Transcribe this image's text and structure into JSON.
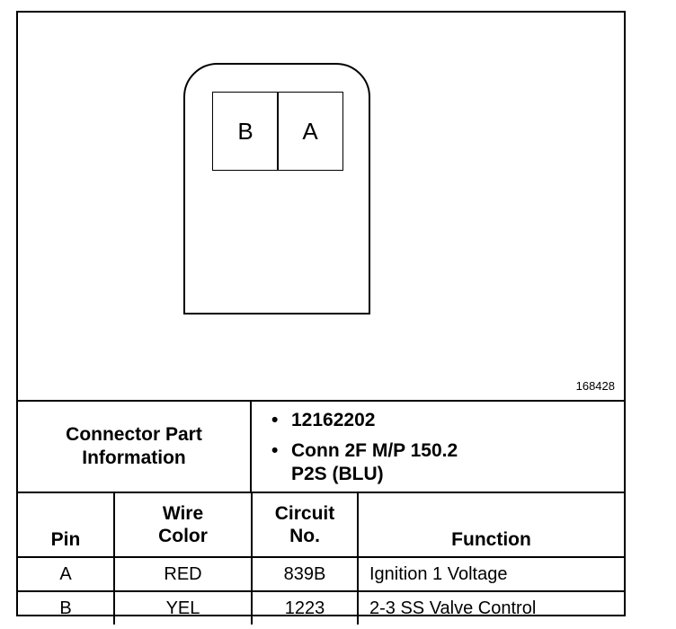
{
  "figure_number": "168428",
  "connector": {
    "pins": [
      {
        "label": "B"
      },
      {
        "label": "A"
      }
    ]
  },
  "part_info": {
    "label_line1": "Connector Part",
    "label_line2": "Information",
    "items": [
      {
        "bullet": "•",
        "line1": "12162202",
        "line2": ""
      },
      {
        "bullet": "•",
        "line1": "Conn 2F M/P 150.2",
        "line2": "P2S (BLU)"
      }
    ]
  },
  "table": {
    "headers": {
      "pin": "Pin",
      "wire_color_line1": "Wire",
      "wire_color_line2": "Color",
      "circuit_line1": "Circuit",
      "circuit_line2": "No.",
      "function": "Function"
    },
    "rows": [
      {
        "pin": "A",
        "wire_color": "RED",
        "circuit": "839B",
        "function": "Ignition 1 Voltage"
      },
      {
        "pin": "B",
        "wire_color": "YEL",
        "circuit": "1223",
        "function": "2-3 SS Valve Control"
      }
    ]
  }
}
